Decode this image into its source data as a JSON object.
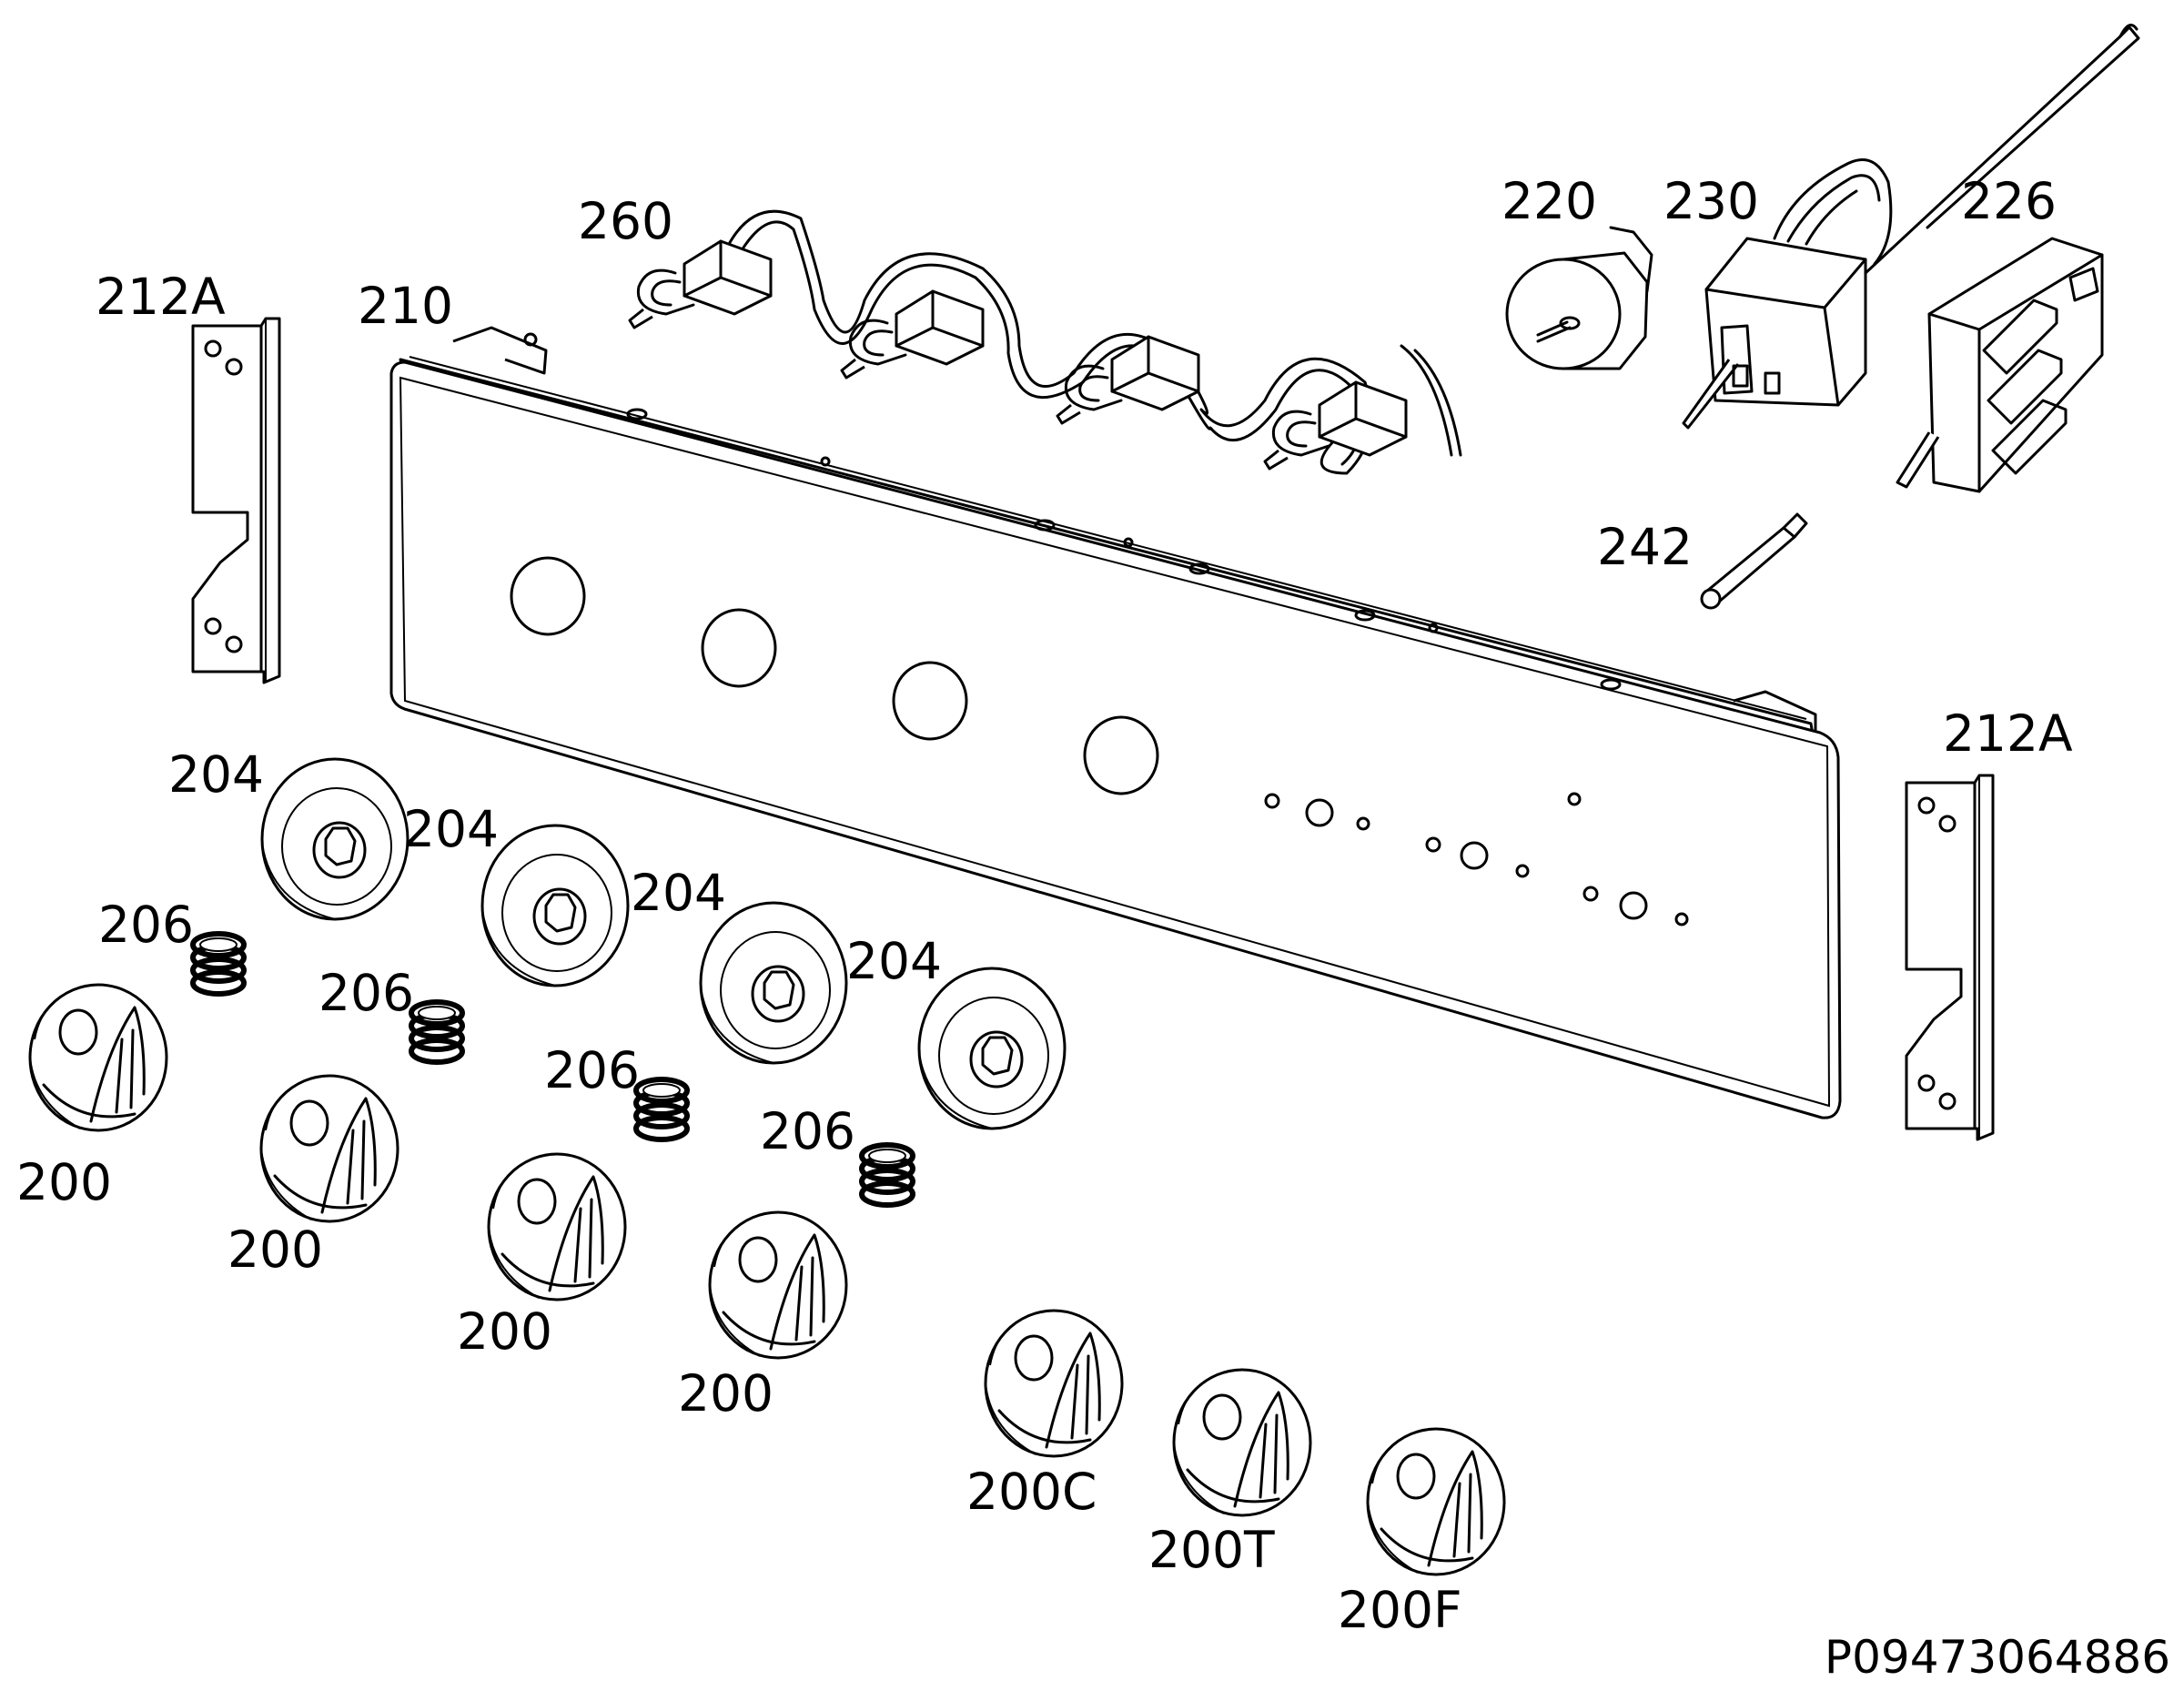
{
  "diagram": {
    "labels": {
      "l260": "260",
      "l210": "210",
      "l212a_left": "212A",
      "l212a_right": "212A",
      "l220": "220",
      "l230": "230",
      "l226": "226",
      "l242": "242",
      "l204_1": "204",
      "l204_2": "204",
      "l204_3": "204",
      "l204_4": "204",
      "l206_1": "206",
      "l206_2": "206",
      "l206_3": "206",
      "l206_4": "206",
      "l200_1": "200",
      "l200_2": "200",
      "l200_3": "200",
      "l200_4": "200",
      "l200c": "200C",
      "l200t": "200T",
      "l200f": "200F"
    },
    "drawing_code": "P09473064886"
  }
}
